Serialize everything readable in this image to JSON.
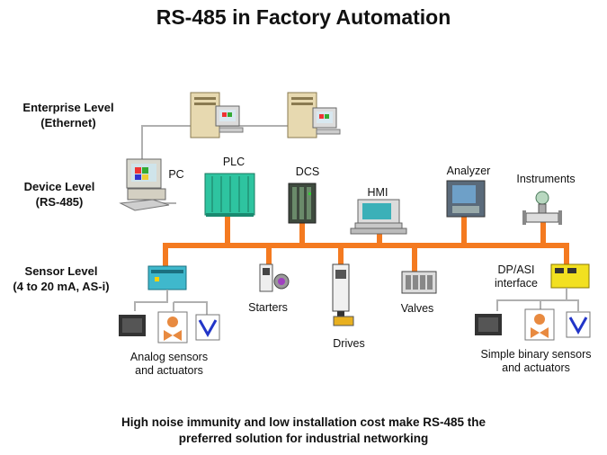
{
  "title": "RS-485 in Factory Automation",
  "levels": {
    "enterprise": [
      "Enterprise Level",
      "(Ethernet)"
    ],
    "device": [
      "Device Level",
      "(RS-485)"
    ],
    "sensor": [
      "Sensor Level",
      "(4 to 20 mA,  AS-i)"
    ]
  },
  "devices": {
    "pc": "PC",
    "plc": "PLC",
    "dcs": "DCS",
    "hmi": "HMI",
    "analyzer": "Analyzer",
    "instruments": "Instruments",
    "starters": "Starters",
    "drives": "Drives",
    "valves": "Valves",
    "dpasi": [
      "DP/ASI",
      "interface"
    ],
    "analog": [
      "Analog sensors",
      "and actuators"
    ],
    "binary": [
      "Simple binary sensors",
      "and actuators"
    ]
  },
  "footer": [
    "High noise immunity and low installation  cost make RS-485 the",
    "preferred solution for industrial networking"
  ],
  "colors": {
    "bus": "#f47a20",
    "plc": "#2ec4a0",
    "dpasi": "#f2e020",
    "sensor_box": "#3fb8cc",
    "link": "#b0b0b0"
  }
}
